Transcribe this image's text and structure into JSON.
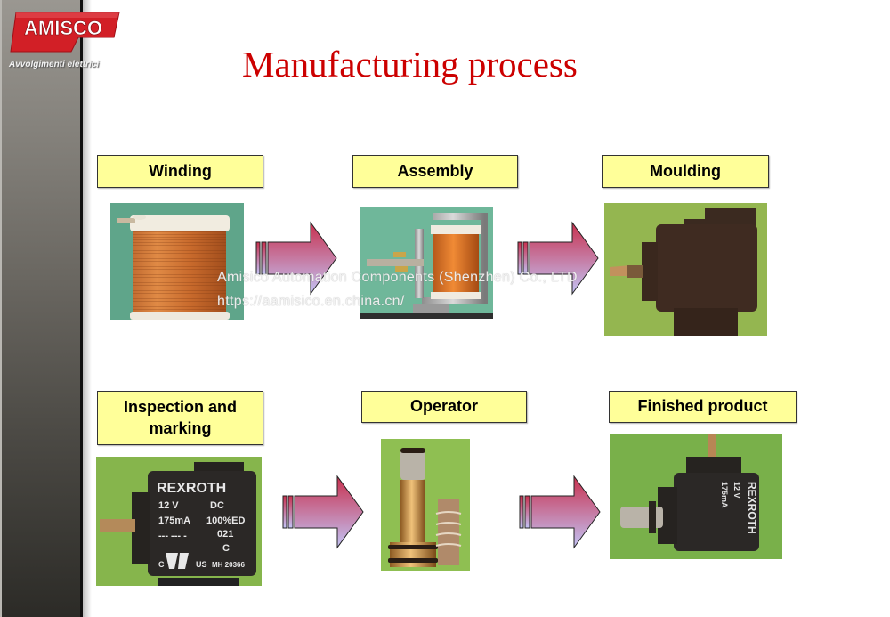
{
  "brand": {
    "logo_text": "AMISCO",
    "tagline": "Avvolgimenti elettrici",
    "logo_color": "#d21f26"
  },
  "title": "Manufacturing process",
  "title_color": "#cc0000",
  "label_fill": "#ffff99",
  "steps": [
    {
      "label": "Winding",
      "photo": "copper-wire-spool"
    },
    {
      "label": "Assembly",
      "photo": "coil-with-frame"
    },
    {
      "label": "Moulding",
      "photo": "moulded-coil"
    },
    {
      "label": "Inspection and marking",
      "photo": "marked-coil"
    },
    {
      "label": "Operator",
      "photo": "operator-tube-and-spring"
    },
    {
      "label": "Finished product",
      "photo": "finished-solenoid"
    }
  ],
  "coil_marking": {
    "brand": "REXROTH",
    "voltage": "12 V",
    "current_type": "DC",
    "current": "175mA",
    "duty": "100%ED",
    "code": "021",
    "class": "C",
    "cert_left": "C",
    "cert_right": "US",
    "file_no": "MH 20366",
    "dashes": "--- --- -"
  },
  "watermark": {
    "line1": "Amisico Automation Components (Shenzhen) Co., LTD",
    "line2": "https://aamisico.en.china.cn/"
  }
}
